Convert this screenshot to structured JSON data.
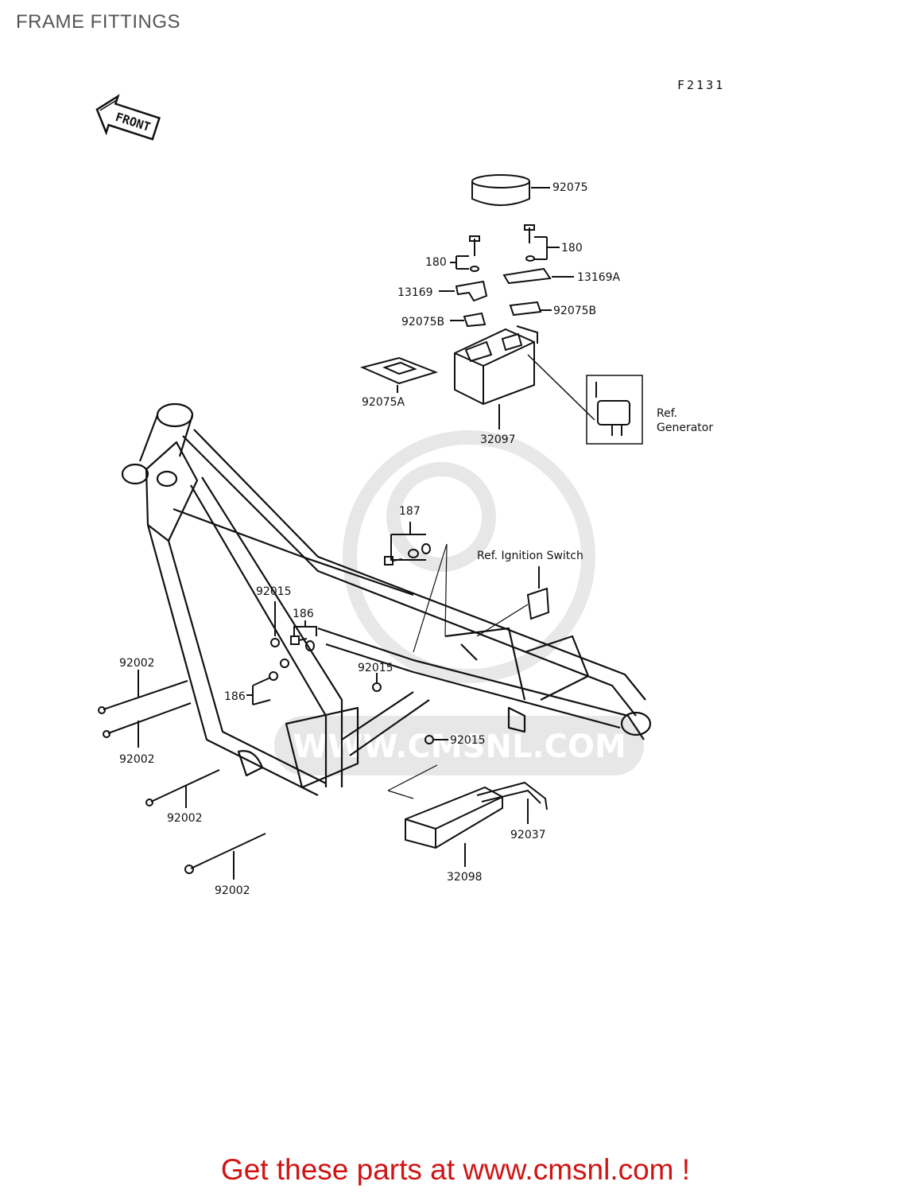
{
  "header": {
    "title": "FRAME FITTINGS",
    "diagram_code": "F2131"
  },
  "front_badge": "FRONT",
  "watermark": "WWW.CMSNL.COM",
  "parts": {
    "p92075": "92075",
    "p180a": "180",
    "p180b": "180",
    "p13169": "13169",
    "p13169A": "13169A",
    "p92075B_a": "92075B",
    "p92075B_b": "92075B",
    "p92075A": "92075A",
    "p32097": "32097",
    "ref_generator_1": "Ref.",
    "ref_generator_2": "Generator",
    "p187": "187",
    "ref_ignition": "Ref. Ignition Switch",
    "p92015_a": "92015",
    "p186_a": "186",
    "p92002_a": "92002",
    "p92015_b": "92015",
    "p186_b": "186",
    "p92015_c": "92015",
    "p92002_b": "92002",
    "p92002_c": "92002",
    "p92002_d": "92002",
    "p92037": "92037",
    "p32098": "32098"
  },
  "footer": {
    "text": "Get these parts at www.cmsnl.com !"
  }
}
